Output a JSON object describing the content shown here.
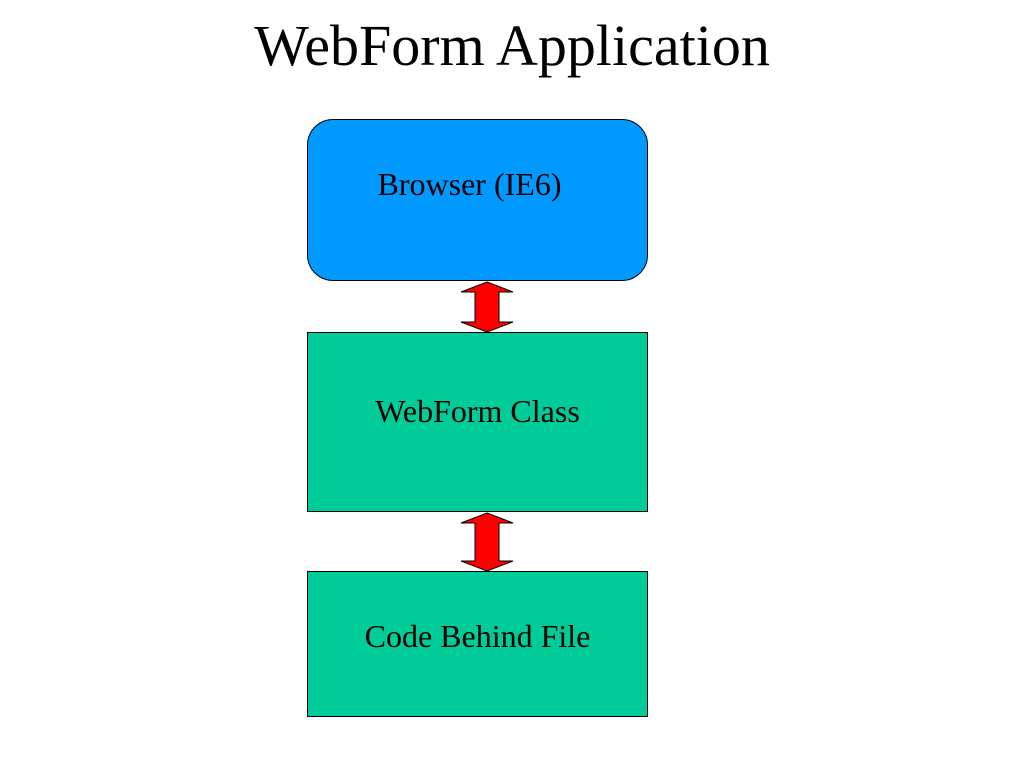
{
  "title": "WebForm Application",
  "nodes": {
    "browser": {
      "label": "Browser (IE6)"
    },
    "webform_class": {
      "label": "WebForm Class"
    },
    "code_behind": {
      "label": "Code Behind File"
    }
  },
  "connectors": [
    {
      "from": "browser",
      "to": "webform_class",
      "direction": "bidirectional",
      "color": "#ff0000"
    },
    {
      "from": "webform_class",
      "to": "code_behind",
      "direction": "bidirectional",
      "color": "#ff0000"
    }
  ],
  "colors": {
    "browser_fill": "#0099ff",
    "class_fill": "#00cc99",
    "arrow_fill": "#ff0000"
  }
}
